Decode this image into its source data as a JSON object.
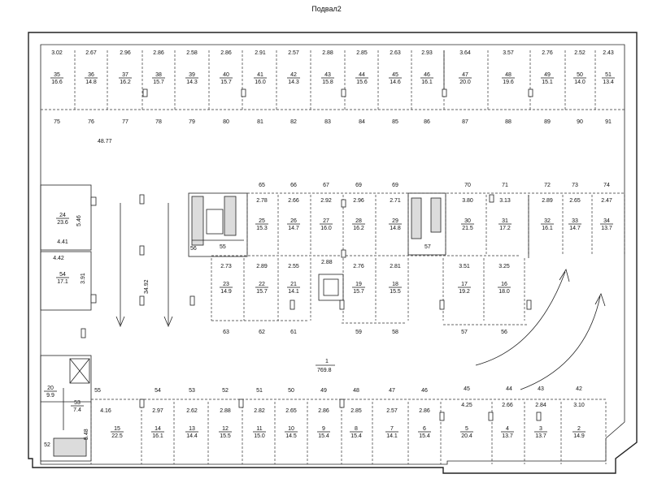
{
  "title": "Подвал2",
  "top_row": [
    {
      "n": "35",
      "a": "16.6",
      "w": "3.02"
    },
    {
      "n": "36",
      "a": "14.8",
      "w": "2.67"
    },
    {
      "n": "37",
      "a": "16.2",
      "w": "2.96"
    },
    {
      "n": "38",
      "a": "15.7",
      "w": "2.86"
    },
    {
      "n": "39",
      "a": "14.3",
      "w": "2.58"
    },
    {
      "n": "40",
      "a": "15.7",
      "w": "2.86"
    },
    {
      "n": "41",
      "a": "16.0",
      "w": "2.91"
    },
    {
      "n": "42",
      "a": "14.3",
      "w": "2.57"
    },
    {
      "n": "43",
      "a": "15.8",
      "w": "2.88"
    },
    {
      "n": "44",
      "a": "15.6",
      "w": "2.85"
    },
    {
      "n": "45",
      "a": "14.6",
      "w": "2.63"
    },
    {
      "n": "46",
      "a": "16.1",
      "w": "2.93"
    },
    {
      "n": "47",
      "a": "20.0",
      "w": "3.64"
    },
    {
      "n": "48",
      "a": "19.6",
      "w": "3.57"
    },
    {
      "n": "49",
      "a": "15.1",
      "w": "2.76"
    },
    {
      "n": "50",
      "a": "14.0",
      "w": "2.52"
    },
    {
      "n": "51",
      "a": "13.4",
      "w": "2.43"
    }
  ],
  "top_numbers": [
    "75",
    "76",
    "77",
    "78",
    "79",
    "80",
    "81",
    "82",
    "83",
    "84",
    "85",
    "86",
    "87",
    "88",
    "89",
    "90",
    "91"
  ],
  "top_length": "48.77",
  "mid_top_numbers": [
    "65",
    "66",
    "67",
    "69",
    "69",
    "70",
    "71",
    "72",
    "73",
    "74"
  ],
  "mid_upper": [
    {
      "n": "25",
      "a": "15.3",
      "w": "2.78"
    },
    {
      "n": "26",
      "a": "14.7",
      "w": "2.66"
    },
    {
      "n": "27",
      "a": "16.0",
      "w": "2.92"
    },
    {
      "n": "28",
      "a": "16.2",
      "w": "2.96"
    },
    {
      "n": "29",
      "a": "14.8",
      "w": "2.71"
    },
    {
      "n": "30",
      "a": "21.5",
      "w": "3.80"
    },
    {
      "n": "31",
      "a": "17.2",
      "w": "3.13"
    },
    {
      "n": "32",
      "a": "16.1",
      "w": "2.89"
    },
    {
      "n": "33",
      "a": "14.7",
      "w": "2.65"
    },
    {
      "n": "34",
      "a": "13.7",
      "w": "2.47"
    }
  ],
  "mid_lower": [
    {
      "n": "23",
      "a": "14.9",
      "w": "2.73"
    },
    {
      "n": "22",
      "a": "15.7",
      "w": "2.89"
    },
    {
      "n": "21",
      "a": "14.1",
      "w": "2.55"
    },
    {
      "n": "19",
      "a": "15.7",
      "w": "2.76"
    },
    {
      "n": "18",
      "a": "15.5",
      "w": "2.81"
    },
    {
      "n": "17",
      "a": "19.2",
      "w": "3.51"
    },
    {
      "n": "16",
      "a": "18.0",
      "w": "3.25"
    }
  ],
  "mid_bottom_numbers": [
    "63",
    "62",
    "61",
    "59",
    "58",
    "57",
    "56"
  ],
  "center_width": "2.88",
  "stair_labels": [
    "56",
    "55",
    "57"
  ],
  "left_rooms": [
    {
      "n": "24",
      "a": "23.6",
      "w": "5.46",
      "d": "4.41"
    },
    {
      "n": "54",
      "a": "17.1",
      "w": "3.91",
      "d": "4.42"
    }
  ],
  "main_area": {
    "n": "1",
    "a": "769.8"
  },
  "depth_label": "34.92",
  "bottom_numbers": [
    "55",
    "54",
    "53",
    "52",
    "51",
    "50",
    "49",
    "48",
    "47",
    "46",
    "45",
    "44",
    "43",
    "42"
  ],
  "bottom_row": [
    {
      "n": "15",
      "a": "22.5",
      "w": "4.16"
    },
    {
      "n": "14",
      "a": "16.1",
      "w": "2.97"
    },
    {
      "n": "13",
      "a": "14.4",
      "w": "2.62"
    },
    {
      "n": "12",
      "a": "15.5",
      "w": "2.88"
    },
    {
      "n": "11",
      "a": "15.0",
      "w": "2.82"
    },
    {
      "n": "10",
      "a": "14.5",
      "w": "2.65"
    },
    {
      "n": "9",
      "a": "15.4",
      "w": "2.86"
    },
    {
      "n": "8",
      "a": "15.4",
      "w": "2.85"
    },
    {
      "n": "7",
      "a": "14.1",
      "w": "2.57"
    },
    {
      "n": "6",
      "a": "15.4",
      "w": "2.86"
    },
    {
      "n": "5",
      "a": "20.4",
      "w": "4.25"
    },
    {
      "n": "4",
      "a": "13.7",
      "w": "2.66"
    },
    {
      "n": "3",
      "a": "13.7",
      "w": "2.84"
    },
    {
      "n": "2",
      "a": "14.9",
      "w": "3.10"
    }
  ],
  "bottom_left_rooms": [
    {
      "n": "20",
      "a": "9.9"
    },
    {
      "n": "53",
      "a": "7.4"
    },
    {
      "n": "52"
    }
  ],
  "bottom_left_width": "5.48"
}
